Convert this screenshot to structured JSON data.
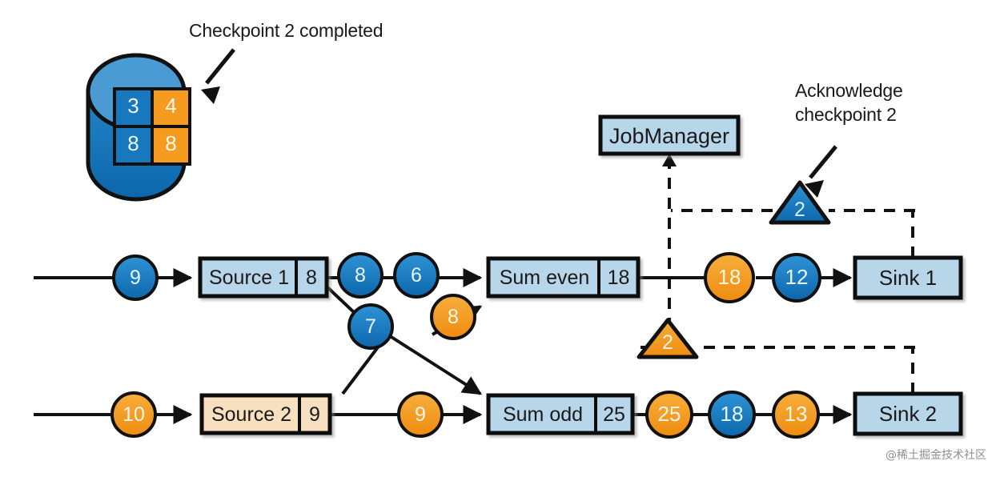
{
  "diagram": {
    "title_annotation": "Checkpoint 2 completed",
    "ack_annotation_line1": "Acknowledge",
    "ack_annotation_line2": "checkpoint 2",
    "watermark": "@稀土掘金技术社区"
  },
  "colors": {
    "blue_fill": "#1878be",
    "blue_light": "#4a9bd4",
    "orange_fill": "#f49b20",
    "box_blue": "#b8d6ea",
    "box_peach": "#f7e0c0",
    "stroke": "#111111",
    "text_light": "#e8f4ff",
    "watermark": "#8e8e8e"
  },
  "state_store": {
    "name": "checkpoint-store",
    "cells": [
      {
        "value": "3",
        "color": "blue"
      },
      {
        "value": "4",
        "color": "orange"
      },
      {
        "value": "8",
        "color": "blue"
      },
      {
        "value": "8",
        "color": "orange"
      }
    ]
  },
  "nodes": {
    "jobmanager": {
      "label": "JobManager"
    },
    "source1": {
      "label": "Source 1",
      "state": "8"
    },
    "source2": {
      "label": "Source 2",
      "state": "9"
    },
    "sum_even": {
      "label": "Sum even",
      "state": "18"
    },
    "sum_odd": {
      "label": "Sum odd",
      "state": "25"
    },
    "sink1": {
      "label": "Sink 1"
    },
    "sink2": {
      "label": "Sink 2"
    }
  },
  "records": {
    "source1_in": {
      "value": "9",
      "color": "blue"
    },
    "source2_in": {
      "value": "10",
      "color": "orange"
    },
    "s1_out_a": {
      "value": "8",
      "color": "blue"
    },
    "s1_out_b": {
      "value": "6",
      "color": "blue"
    },
    "s1_out_c": {
      "value": "7",
      "color": "blue"
    },
    "s2_out_a": {
      "value": "8",
      "color": "orange"
    },
    "s2_out_b": {
      "value": "9",
      "color": "orange"
    },
    "even_out_a": {
      "value": "18",
      "color": "orange"
    },
    "even_out_b": {
      "value": "12",
      "color": "blue"
    },
    "odd_out_a": {
      "value": "25",
      "color": "orange"
    },
    "odd_out_b": {
      "value": "18",
      "color": "blue"
    },
    "odd_out_c": {
      "value": "13",
      "color": "orange"
    }
  },
  "barriers": {
    "blue_barrier": {
      "value": "2",
      "color": "blue"
    },
    "orange_barrier": {
      "value": "2",
      "color": "orange"
    }
  }
}
